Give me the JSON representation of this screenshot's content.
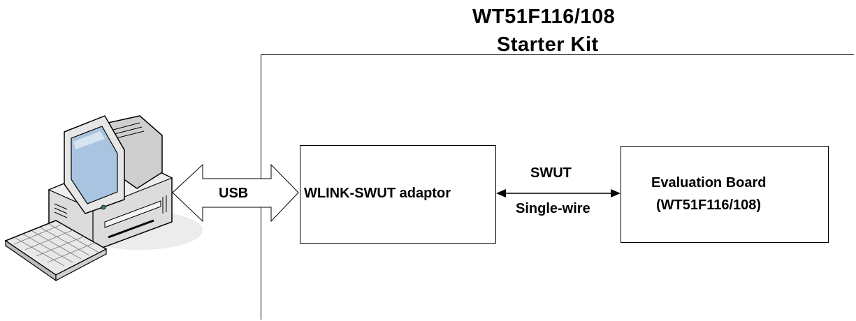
{
  "title": {
    "line1": "WT51F116/108",
    "line2": "Starter Kit"
  },
  "nodes": {
    "pc": {
      "icon": "desktop-computer-icon"
    },
    "adaptor": {
      "label": "WLINK-SWUT adaptor"
    },
    "eval_board": {
      "label_line1": "Evaluation Board",
      "label_line2": "(WT51F116/108)"
    }
  },
  "links": {
    "usb": {
      "label": "USB",
      "style": "hollow-double-arrow"
    },
    "swut": {
      "label_top": "SWUT",
      "label_bottom": "Single-wire",
      "style": "double-headed-arrow"
    }
  },
  "colors": {
    "line": "#000000",
    "background": "#ffffff",
    "monitor_screen": "#a9c4e0",
    "case": "#dcdcdc",
    "power_led": "#2e8b57"
  }
}
